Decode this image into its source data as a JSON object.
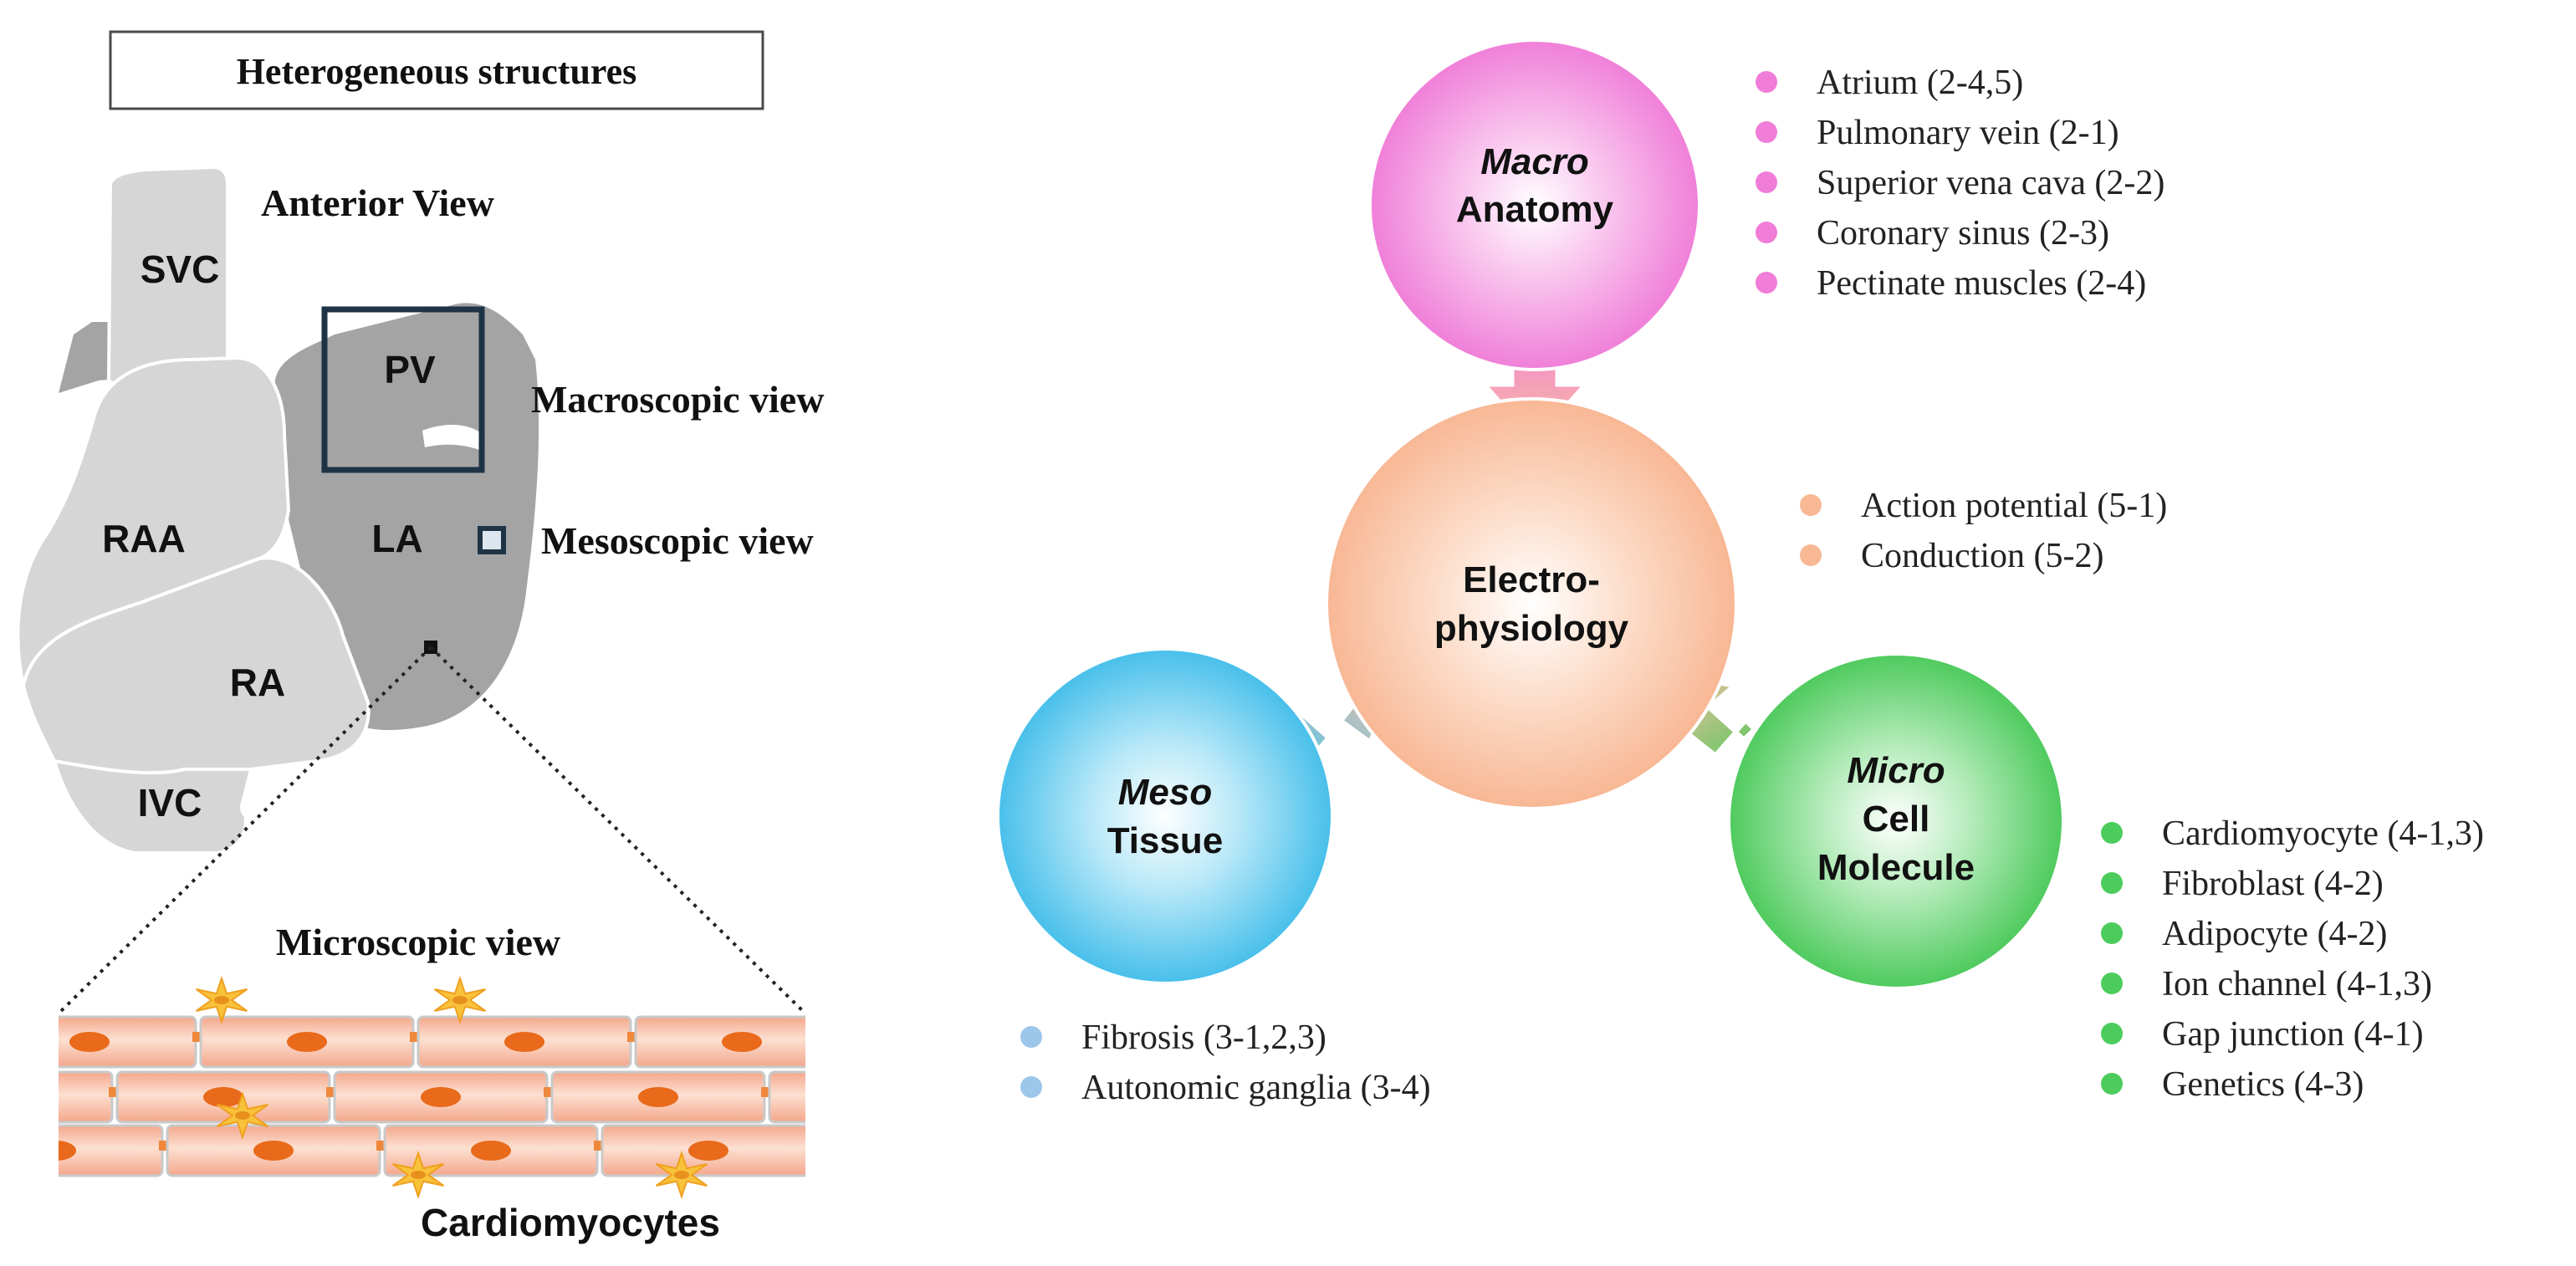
{
  "left_panel": {
    "title": "Heterogeneous structures",
    "view_label": "Anterior View",
    "regions": {
      "svc": "SVC",
      "pv": "PV",
      "raa": "RAA",
      "la": "LA",
      "ra": "RA",
      "ivc": "IVC"
    },
    "macroscopic_label": "Macroscopic view",
    "mesoscopic_label": "Mesoscopic view",
    "microscopic_label": "Microscopic view",
    "cells_label": "Cardiomyocytes"
  },
  "center": {
    "line1": "Electro-",
    "line2": "physiology",
    "items": [
      "Action potential (5-1)",
      "Conduction (5-2)"
    ]
  },
  "macro": {
    "scale": "Macro",
    "label": "Anatomy",
    "items": [
      "Atrium (2-4,5)",
      "Pulmonary vein (2-1)",
      "Superior vena cava (2-2)",
      "Coronary sinus (2-3)",
      "Pectinate muscles (2-4)"
    ]
  },
  "meso": {
    "scale": "Meso",
    "label": "Tissue",
    "items": [
      "Fibrosis (3-1,2,3)",
      "Autonomic ganglia (3-4)"
    ]
  },
  "micro": {
    "scale": "Micro",
    "label1": "Cell",
    "label2": "Molecule",
    "items": [
      "Cardiomyocyte (4-1,3)",
      "Fibroblast (4-2)",
      "Adipocyte (4-2)",
      "Ion channel (4-1,3)",
      "Gap junction (4-1)",
      "Genetics (4-3)"
    ]
  },
  "colors": {
    "macro": "#f07dd8",
    "meso": "#4fc3ea",
    "micro": "#4ccc5c",
    "center": "#f8b894",
    "meso_bullet": "#9cc7ea"
  }
}
